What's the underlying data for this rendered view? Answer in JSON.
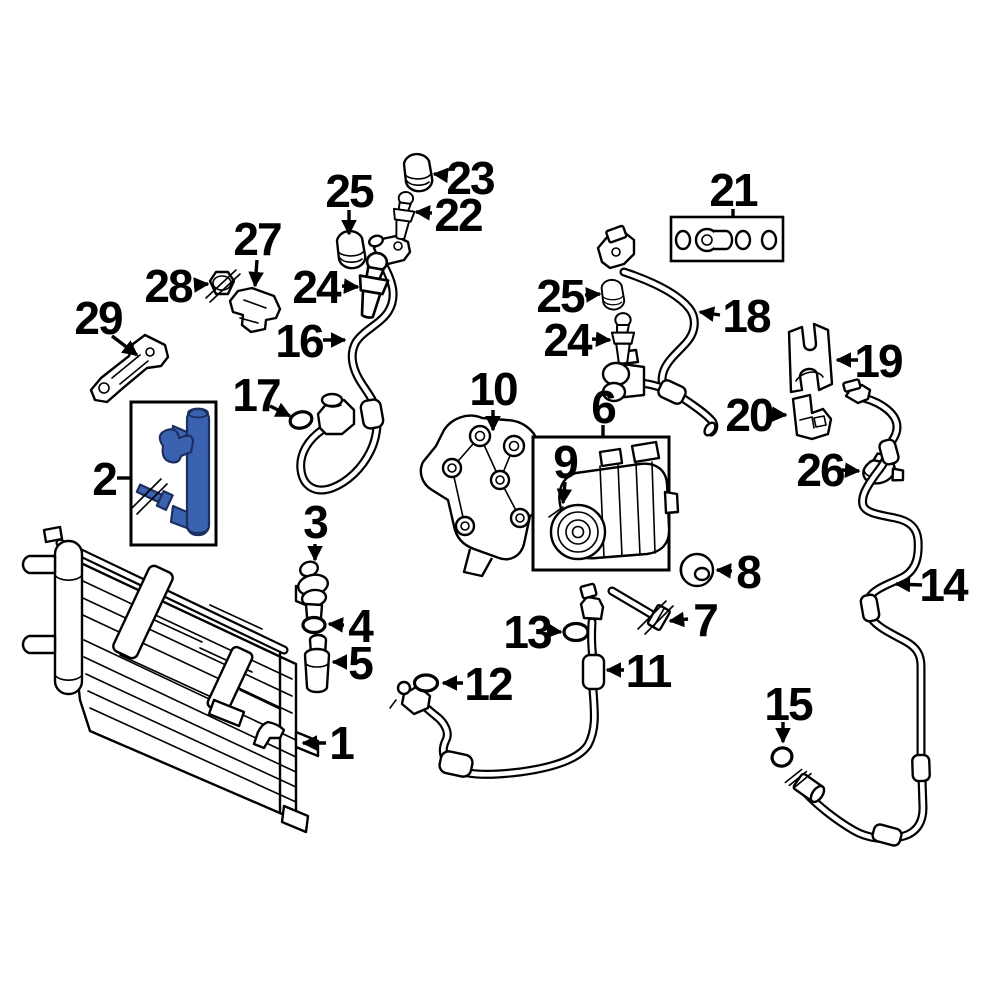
{
  "diagram": {
    "type": "exploded-parts-diagram",
    "colors": {
      "background": "#ffffff",
      "line": "#000000",
      "highlight": "#3a62b1",
      "highlight_dark": "#1c2f5e"
    },
    "callouts": [
      {
        "label": "23"
      },
      {
        "label": "22"
      },
      {
        "label": "25"
      },
      {
        "label": "24"
      },
      {
        "label": "27"
      },
      {
        "label": "28"
      },
      {
        "label": "29"
      },
      {
        "label": "16"
      },
      {
        "label": "17"
      },
      {
        "label": "2"
      },
      {
        "label": "21"
      },
      {
        "label": "18"
      },
      {
        "label": "25"
      },
      {
        "label": "24"
      },
      {
        "label": "19"
      },
      {
        "label": "20"
      },
      {
        "label": "26"
      },
      {
        "label": "14"
      },
      {
        "label": "15"
      },
      {
        "label": "10"
      },
      {
        "label": "6"
      },
      {
        "label": "9"
      },
      {
        "label": "8"
      },
      {
        "label": "7"
      },
      {
        "label": "13"
      },
      {
        "label": "11"
      },
      {
        "label": "12"
      },
      {
        "label": "3"
      },
      {
        "label": "4"
      },
      {
        "label": "5"
      },
      {
        "label": "1"
      }
    ]
  }
}
